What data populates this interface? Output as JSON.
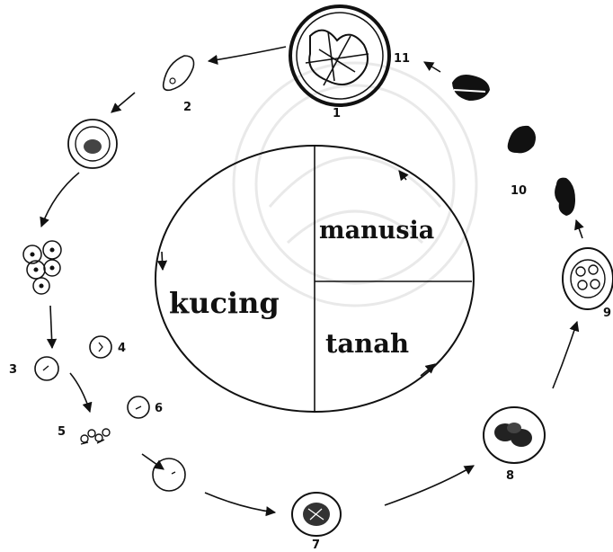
{
  "diagram": {
    "regions": {
      "kucing": "kucing",
      "manusia": "manusia",
      "tanah": "tanah"
    },
    "stage_labels": {
      "s1": "1",
      "s2": "2",
      "s3": "3",
      "s4": "4",
      "s5": "5",
      "s6": "6",
      "s7": "7",
      "s8": "8",
      "s9": "9",
      "s10": "10",
      "s11": "11"
    }
  }
}
